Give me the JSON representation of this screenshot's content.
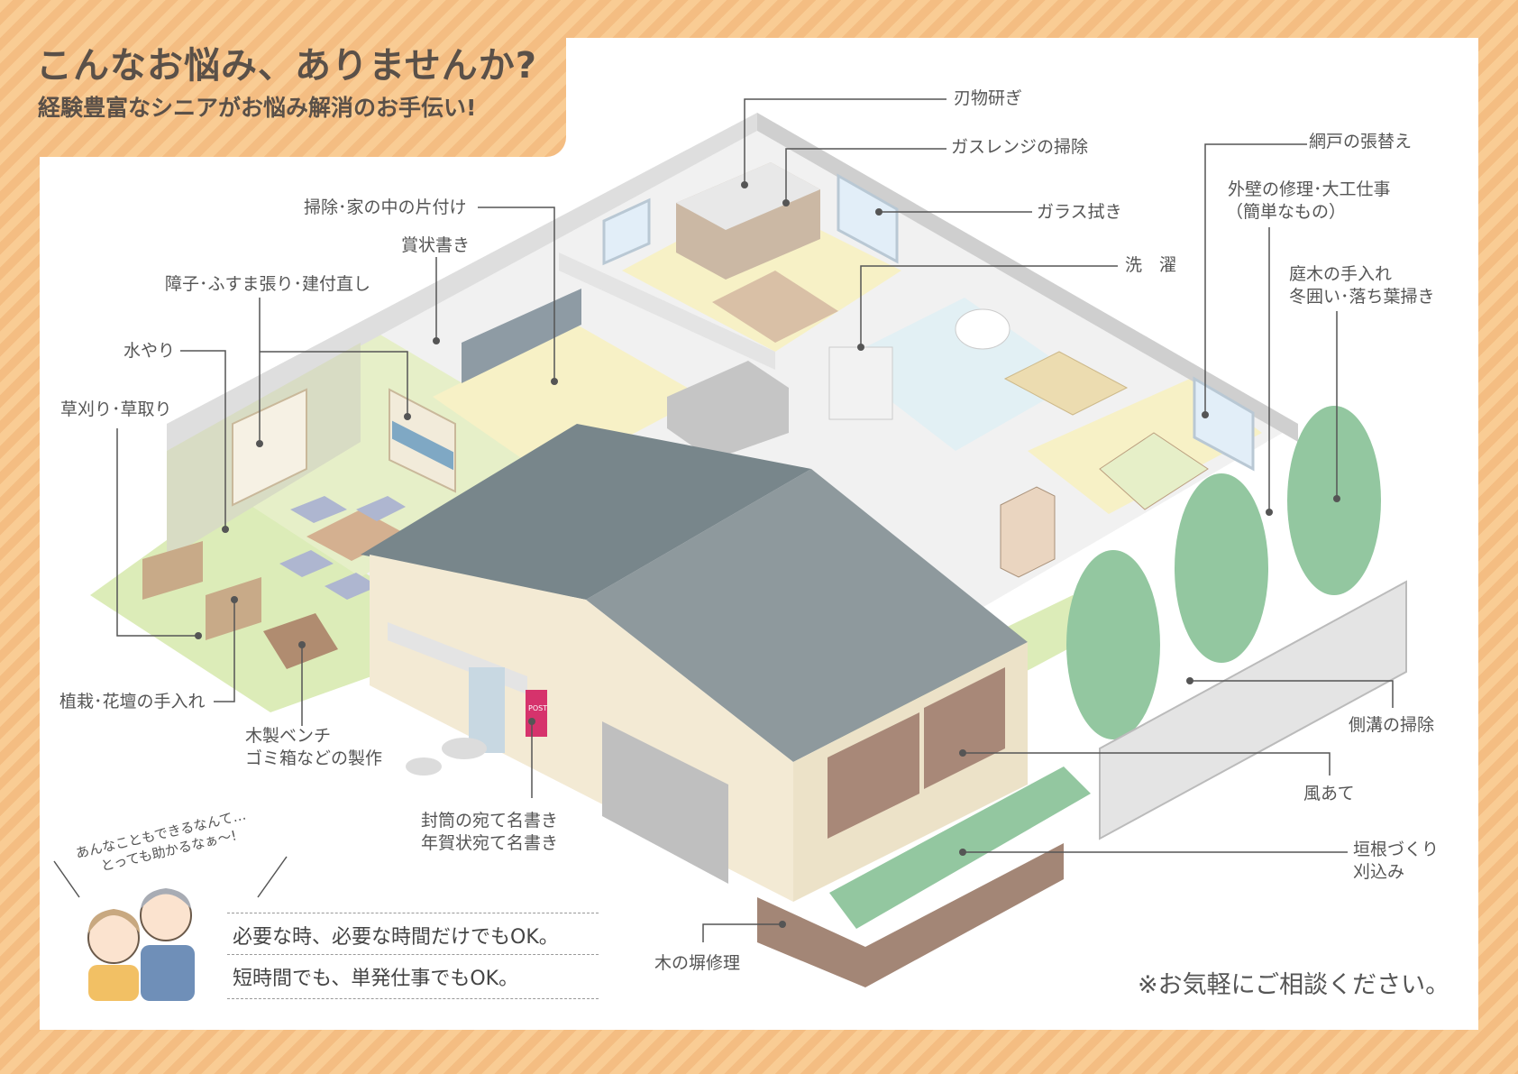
{
  "header": {
    "title": "こんなお悩み、ありませんか?",
    "subtitle": "経験豊富なシニアがお悩み解消のお手伝い!"
  },
  "labels": {
    "knife": "刃物研ぎ",
    "gas_range": "ガスレンジの掃除",
    "glass": "ガラス拭き",
    "laundry": "洗　濯",
    "screen_door": "網戸の張替え",
    "exterior_1": "外壁の修理･大工仕事",
    "exterior_2": "（簡単なもの）",
    "garden_1": "庭木の手入れ",
    "garden_2": "冬囲い･落ち葉掃き",
    "cleaning": "掃除･家の中の片付け",
    "certificate": "賞状書き",
    "shoji": "障子･ふすま張り･建付直し",
    "watering": "水やり",
    "weeding": "草刈り･草取り",
    "planting": "植栽･花壇の手入れ",
    "bench_1": "木製ベンチ",
    "bench_2": "ゴミ箱などの製作",
    "envelope_1": "封筒の宛て名書き",
    "envelope_2": "年賀状宛て名書き",
    "fence_repair": "木の塀修理",
    "gutter": "側溝の掃除",
    "airing": "風あて",
    "hedge_1": "垣根づくり",
    "hedge_2": "刈込み"
  },
  "bubble": {
    "line1": "あんなこともできるなんて…",
    "line2": "とっても助かるなぁ～!"
  },
  "promo": {
    "line1": "必要な時、必要な時間だけでもOK。",
    "line2": "短時間でも、単発仕事でもOK。"
  },
  "footer": {
    "consult": "※お気軽にご相談ください。"
  },
  "colors": {
    "frame": "#f8c890",
    "roof": "#7f8a8e",
    "lawn": "#d7eab0",
    "tree": "#93c7a0",
    "floor": "#f6f1cc",
    "wall": "#f2ede0"
  },
  "post_label": "POST"
}
